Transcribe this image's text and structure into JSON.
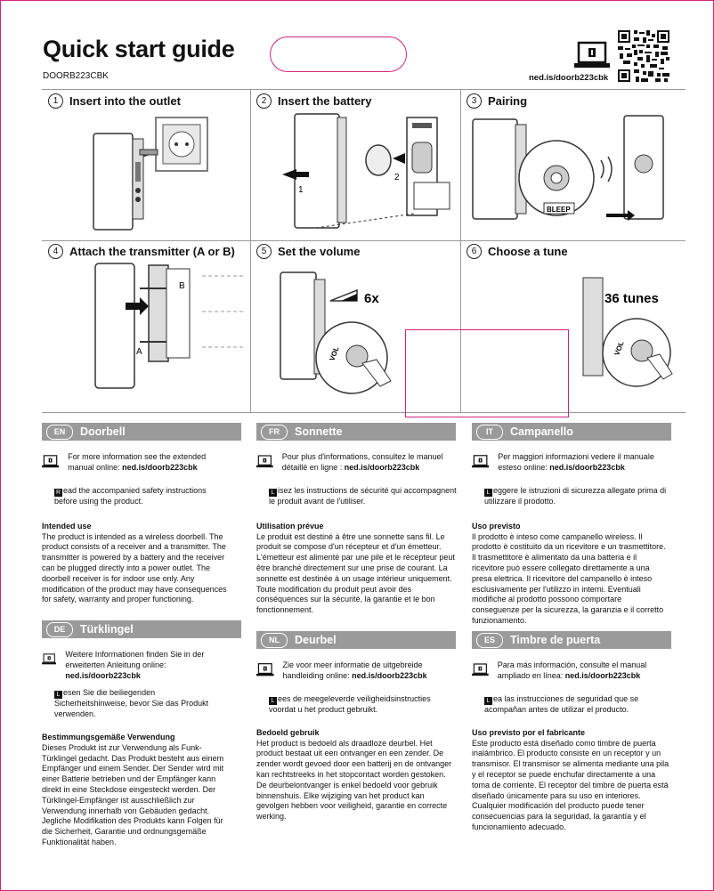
{
  "header": {
    "title": "Quick start guide",
    "sku": "DOORB223CBK",
    "url": "ned.is/doorb223cbk"
  },
  "steps": [
    {
      "num": "1",
      "label": "Insert into the outlet"
    },
    {
      "num": "2",
      "label": "Insert the battery"
    },
    {
      "num": "3",
      "label": "Pairing"
    },
    {
      "num": "4",
      "label": "Attach the transmitter (A or B)"
    },
    {
      "num": "5",
      "label": "Set the volume"
    },
    {
      "num": "6",
      "label": "Choose a tune"
    }
  ],
  "illus": {
    "s2_one": "1",
    "s2_two": "2",
    "bleep": "BLEEP",
    "s4_a": "A",
    "s4_b": "B",
    "s5_6x": "6x",
    "s6_tunes": "36 tunes",
    "vol": "VOL"
  },
  "sections": {
    "en": {
      "code": "EN",
      "title": "Doorbell",
      "info": "For more information see the extended manual online:",
      "url": "ned.is/doorb223cbk",
      "warn_first": "R",
      "warn": "ead the accompanied safety instructions before using the product.",
      "subhead": "Intended use",
      "body": "The product is intended as a wireless doorbell. The product consists of a receiver and a transmitter. The transmitter is powered by a battery and the receiver can be plugged directly into a power outlet. The doorbell receiver is for indoor use only. Any modification of the product may have consequences for safety, warranty and proper functioning."
    },
    "fr": {
      "code": "FR",
      "title": "Sonnette",
      "info": "Pour plus d'informations, consultez le manuel détaillé en ligne :",
      "url": "ned.is/doorb223cbk",
      "warn_first": "L",
      "warn": "isez les instructions de sécurité qui accompagnent le produit avant de l'utiliser.",
      "subhead": "Utilisation prévue",
      "body": "Le produit est destiné à être une sonnette sans fil. Le produit se compose d'un récepteur et d'un émetteur. L'émetteur est alimenté par une pile et le récepteur peut être branché directement sur une prise de courant. La sonnette est destinée à un usage intérieur uniquement. Toute modification du produit peut avoir des conséquences sur la sécurité, la garantie et le bon fonctionnement."
    },
    "it": {
      "code": "IT",
      "title": "Campanello",
      "info": "Per maggiori informazioni vedere il manuale esteso online:",
      "url": "ned.is/doorb223cbk",
      "warn_first": "L",
      "warn": "eggere le istruzioni di sicurezza allegate prima di utilizzare il prodotto.",
      "subhead": "Uso previsto",
      "body": "Il prodotto è inteso come campanello wireless. Il prodotto è costituito da un ricevitore e un trasmettitore. Il trasmettitore è alimentato da una batteria e il ricevitore può essere collegato direttamente a una presa elettrica. Il ricevitore del campanello è inteso esclusivamente per l'utilizzo in interni. Eventuali modifiche al prodotto possono comportare conseguenze per la sicurezza, la garanzia e il corretto funzionamento."
    },
    "de": {
      "code": "DE",
      "title": "Türklingel",
      "info": "Weitere Informationen finden Sie in der erweiterten Anleitung online:",
      "url": "ned.is/doorb223cbk",
      "warn_first": "L",
      "warn": "esen Sie die beiliegenden Sicherheitshinweise, bevor Sie das Produkt verwenden.",
      "subhead": "Bestimmungsgemäße Verwendung",
      "body": "Dieses Produkt ist zur Verwendung als Funk-Türklingel gedacht. Das Produkt besteht aus einem Empfänger und einem Sender. Der Sender wird mit einer Batterie betrieben und der Empfänger kann direkt in eine Steckdose eingesteckt werden. Der Türklingel-Empfänger ist ausschließlich zur Verwendung innerhalb von Gebäuden gedacht. Jegliche Modifikation des Produkts kann Folgen für die Sicherheit, Garantie und ordnungsgemäße Funktionalität haben."
    },
    "nl": {
      "code": "NL",
      "title": "Deurbel",
      "info": "Zie voor meer informatie de uitgebreide handleiding online:",
      "url": "ned.is/doorb223cbk",
      "warn_first": "L",
      "warn": "ees de meegeleverde veiligheidsinstructies voordat u het product gebruikt.",
      "subhead": "Bedoeld gebruik",
      "body": "Het product is bedoeld als draadloze deurbel. Het product bestaat uit een ontvanger en een zender. De zender wordt gevoed door een batterij en de ontvanger kan rechtstreeks in het stopcontact worden gestoken. De deurbelontvanger is enkel bedoeld voor gebruik binnenshuis. Elke wijziging van het product kan gevolgen hebben voor veiligheid, garantie en correcte werking."
    },
    "es": {
      "code": "ES",
      "title": "Timbre de puerta",
      "info": "Para más información, consulte el manual ampliado en línea:",
      "url": "ned.is/doorb223cbk",
      "warn_first": "L",
      "warn": "ea las instrucciones de seguridad que se acompañan antes de utilizar el producto.",
      "subhead": "Uso previsto por el fabricante",
      "body": "Este producto está diseñado como timbre de puerta inalámbrico. El producto consiste en un receptor y un transmisor. El transmisor se alimenta mediante una pila y el receptor se puede enchufar directamente a una toma de corriente. El receptor del timbre de puerta está diseñado únicamente para su uso en interiores. Cualquier modificación del producto puede tener consecuencias para la seguridad, la garantía y el funcionamiento adecuado."
    }
  },
  "icons": {
    "laptop": "laptop-info-icon",
    "qr": "qr-code-icon",
    "warning": "warning-icon"
  }
}
